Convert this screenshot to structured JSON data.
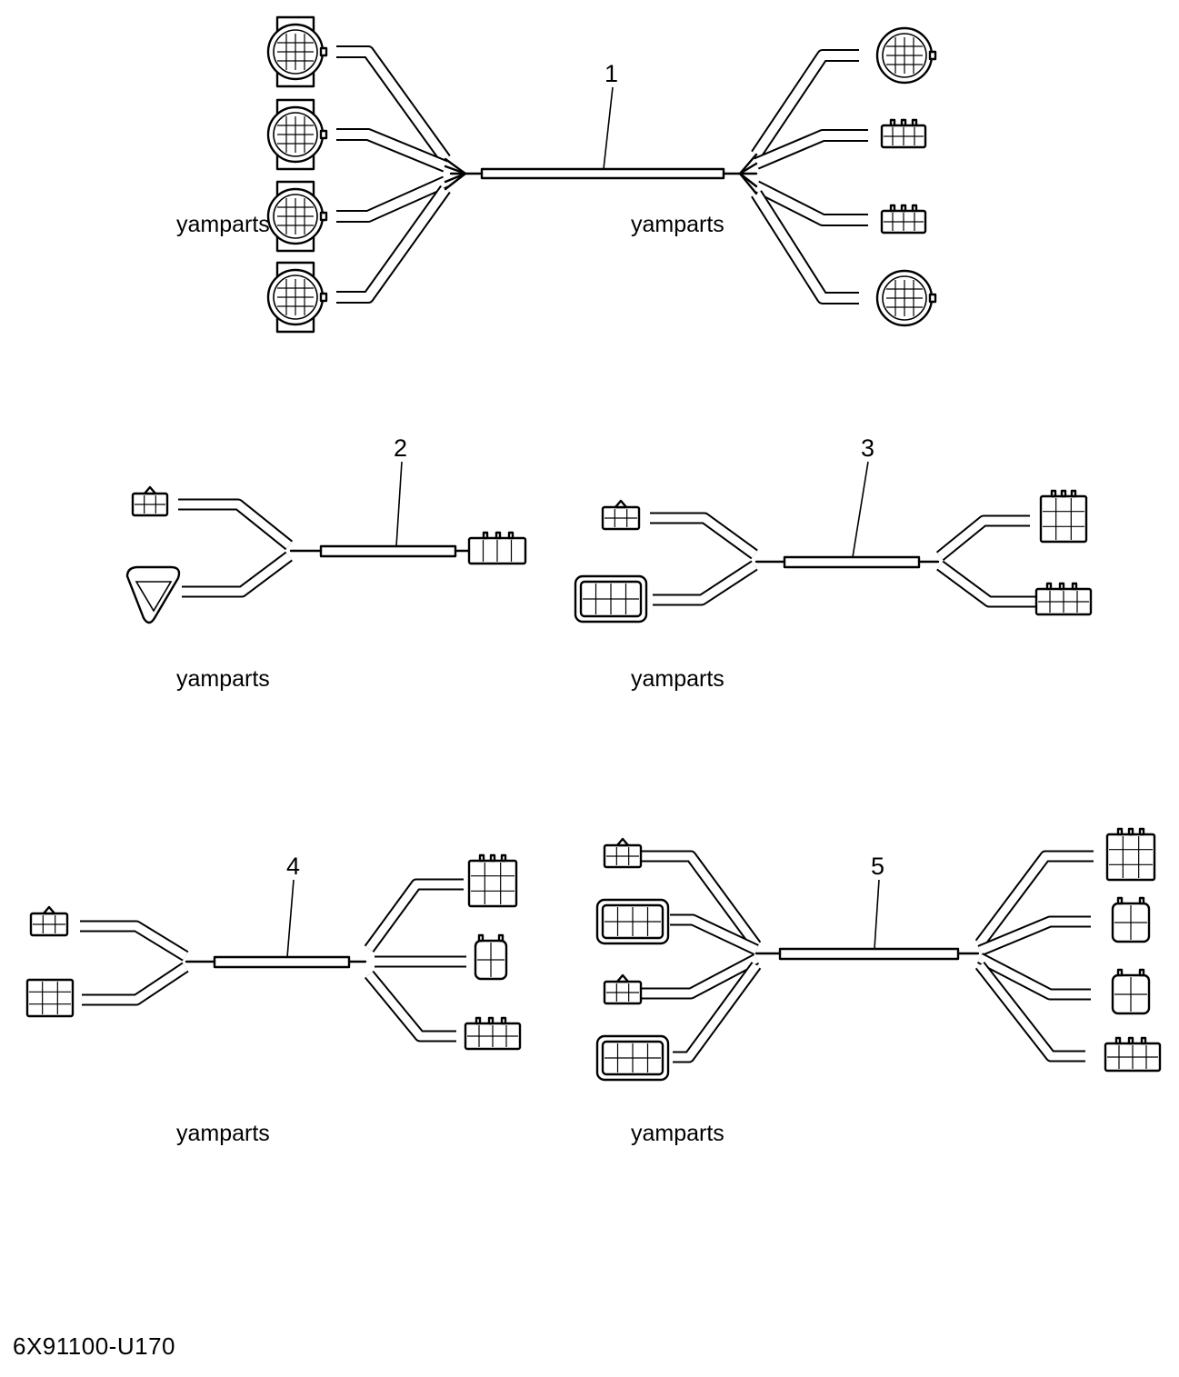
{
  "watermark": "yamparts",
  "diagram_code": "6X91100-U170",
  "callouts": [
    "1",
    "2",
    "3",
    "4",
    "5"
  ],
  "colors": {
    "line": "#000000",
    "background": "#ffffff"
  }
}
